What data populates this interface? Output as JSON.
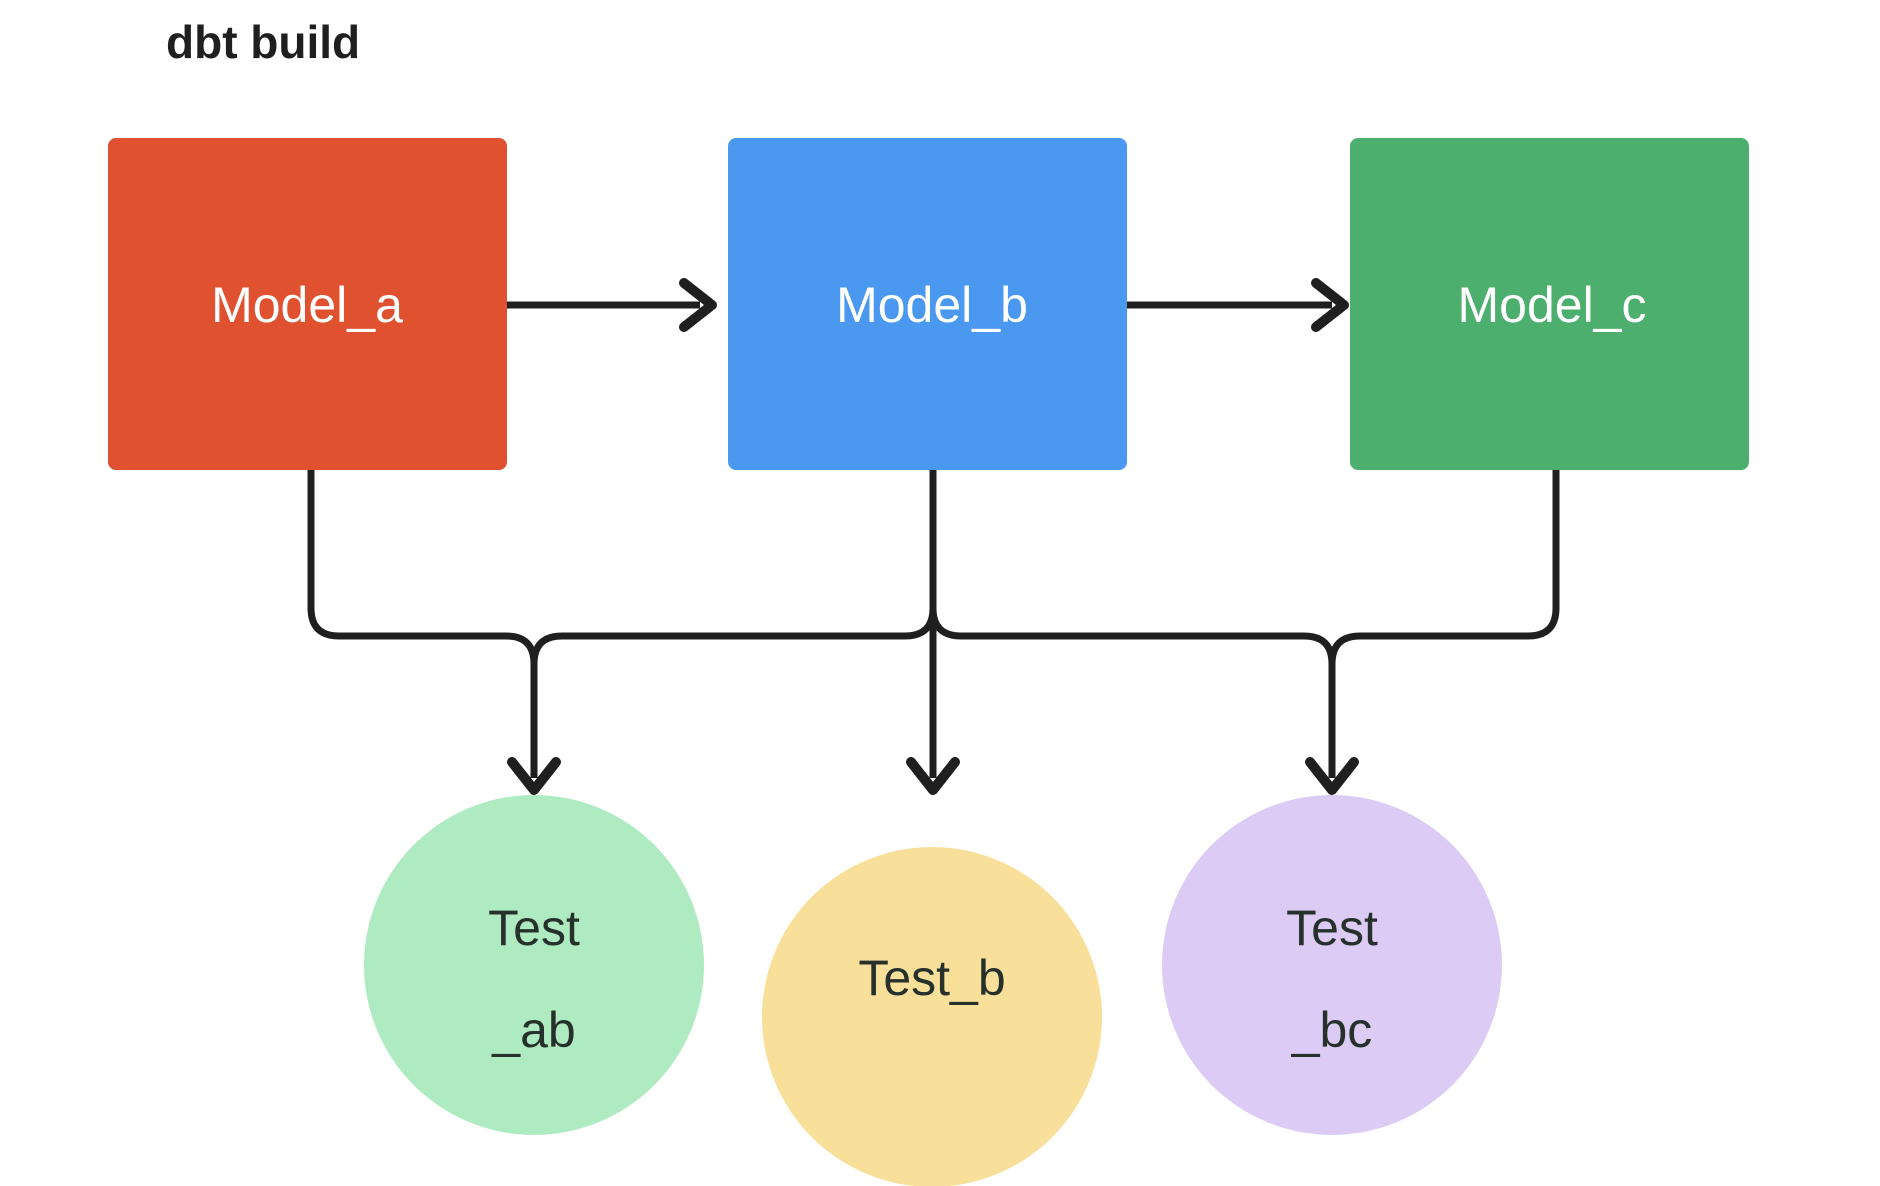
{
  "diagram": {
    "title": "dbt build",
    "type": "flowchart",
    "background": "#ffffff",
    "edge_color": "#1f1f1f",
    "models": [
      {
        "id": "model_a",
        "label": "Model_a",
        "shape": "rounded-rect",
        "fill": "#e0512f",
        "text_color": "#ffffff"
      },
      {
        "id": "model_b",
        "label": "Model_b",
        "shape": "rounded-rect",
        "fill": "#4a98f0",
        "text_color": "#ffffff"
      },
      {
        "id": "model_c",
        "label": "Model_c",
        "shape": "rounded-rect",
        "fill": "#4caf6e",
        "text_color": "#ffffff"
      }
    ],
    "tests": [
      {
        "id": "test_ab",
        "label_line1": "Test",
        "label_line2": "_ab",
        "shape": "circle",
        "fill": "#aeebc1",
        "text_color": "#26312b"
      },
      {
        "id": "test_b",
        "label_line1": "Test_b",
        "label_line2": "",
        "shape": "circle",
        "fill": "#f8df9a",
        "text_color": "#26312b"
      },
      {
        "id": "test_bc",
        "label_line1": "Test",
        "label_line2": "_bc",
        "shape": "circle",
        "fill": "#dccbf5",
        "text_color": "#26312b"
      }
    ],
    "edges": [
      {
        "from": "model_a",
        "to": "model_b",
        "style": "arrow-right"
      },
      {
        "from": "model_b",
        "to": "model_c",
        "style": "arrow-right"
      },
      {
        "from": "model_a",
        "to": "test_ab",
        "style": "elbow-down"
      },
      {
        "from": "model_b",
        "to": "test_ab",
        "style": "elbow-down"
      },
      {
        "from": "model_b",
        "to": "test_b",
        "style": "straight-down"
      },
      {
        "from": "model_b",
        "to": "test_bc",
        "style": "elbow-down"
      },
      {
        "from": "model_c",
        "to": "test_bc",
        "style": "elbow-down"
      }
    ]
  }
}
